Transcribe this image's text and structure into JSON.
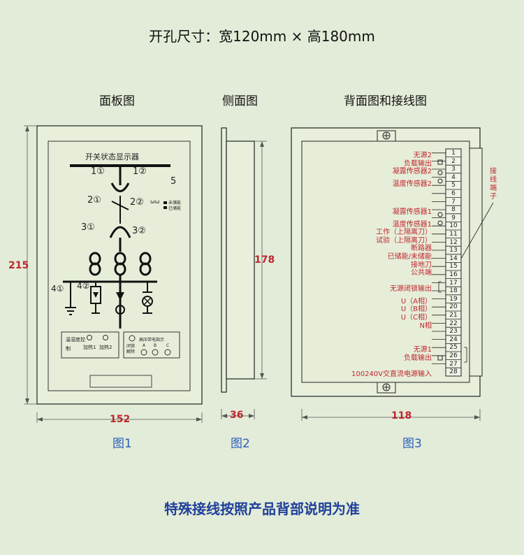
{
  "title": "开孔尺寸：宽120mm × 高180mm",
  "captions": {
    "panel": "面板图",
    "side": "侧面图",
    "back": "背面图和接线图"
  },
  "figures": {
    "fig1": "图1",
    "fig2": "图2",
    "fig3": "图3"
  },
  "dimensions": {
    "w152": "152",
    "h215": "215",
    "h178": "178",
    "d36": "36",
    "w118": "118"
  },
  "panel": {
    "display_title": "开关状态显示器",
    "labels": [
      "1①",
      "1②",
      "2①",
      "2②",
      "3①",
      "3②",
      "4①",
      "4②",
      "5"
    ],
    "storage_uncharged": "未储能",
    "storage_charged": "已储能",
    "hum_title": "温湿度控制",
    "heat1": "加热1",
    "heat2": "加热2",
    "hv_title": "高压带电指示",
    "lock": "闭锁解除",
    "phases": [
      "A",
      "B",
      "C"
    ]
  },
  "terminal_label": "接线端子",
  "terminals": [
    "1",
    "2",
    "3",
    "4",
    "5",
    "6",
    "7",
    "8",
    "9",
    "10",
    "11",
    "12",
    "13",
    "14",
    "15",
    "16",
    "17",
    "18",
    "19",
    "20",
    "21",
    "22",
    "23",
    "24",
    "25",
    "26",
    "27",
    "28"
  ],
  "wiring_labels": [
    {
      "text": "无源2",
      "row": 1
    },
    {
      "text": "负载输出",
      "row": 2
    },
    {
      "text": "凝露传感器2",
      "row": 3
    },
    {
      "text": "温度传感器2",
      "row": 4.5
    },
    {
      "text": "凝露传感器1",
      "row": 8
    },
    {
      "text": "温度传感器1",
      "row": 9.5
    },
    {
      "text": "工作（上隔离刀）",
      "row": 10.5
    },
    {
      "text": "试验（上隔离刀）",
      "row": 11.5
    },
    {
      "text": "断路器",
      "row": 12.5
    },
    {
      "text": "已储能/未储能",
      "row": 13.5
    },
    {
      "text": "接地刀",
      "row": 14.5
    },
    {
      "text": "公共端",
      "row": 15.5
    },
    {
      "text": "无源闭锁输出",
      "row": 17.5
    },
    {
      "text": "U（A相）",
      "row": 19
    },
    {
      "text": "U（B相）",
      "row": 20
    },
    {
      "text": "U（C相）",
      "row": 21
    },
    {
      "text": "N相",
      "row": 22
    },
    {
      "text": "无源1",
      "row": 25
    },
    {
      "text": "负载输出",
      "row": 26
    },
    {
      "text": "100240V交直流电源输入",
      "row": 28
    }
  ],
  "bottom_note": "特殊接线按照产品背部说明为准"
}
